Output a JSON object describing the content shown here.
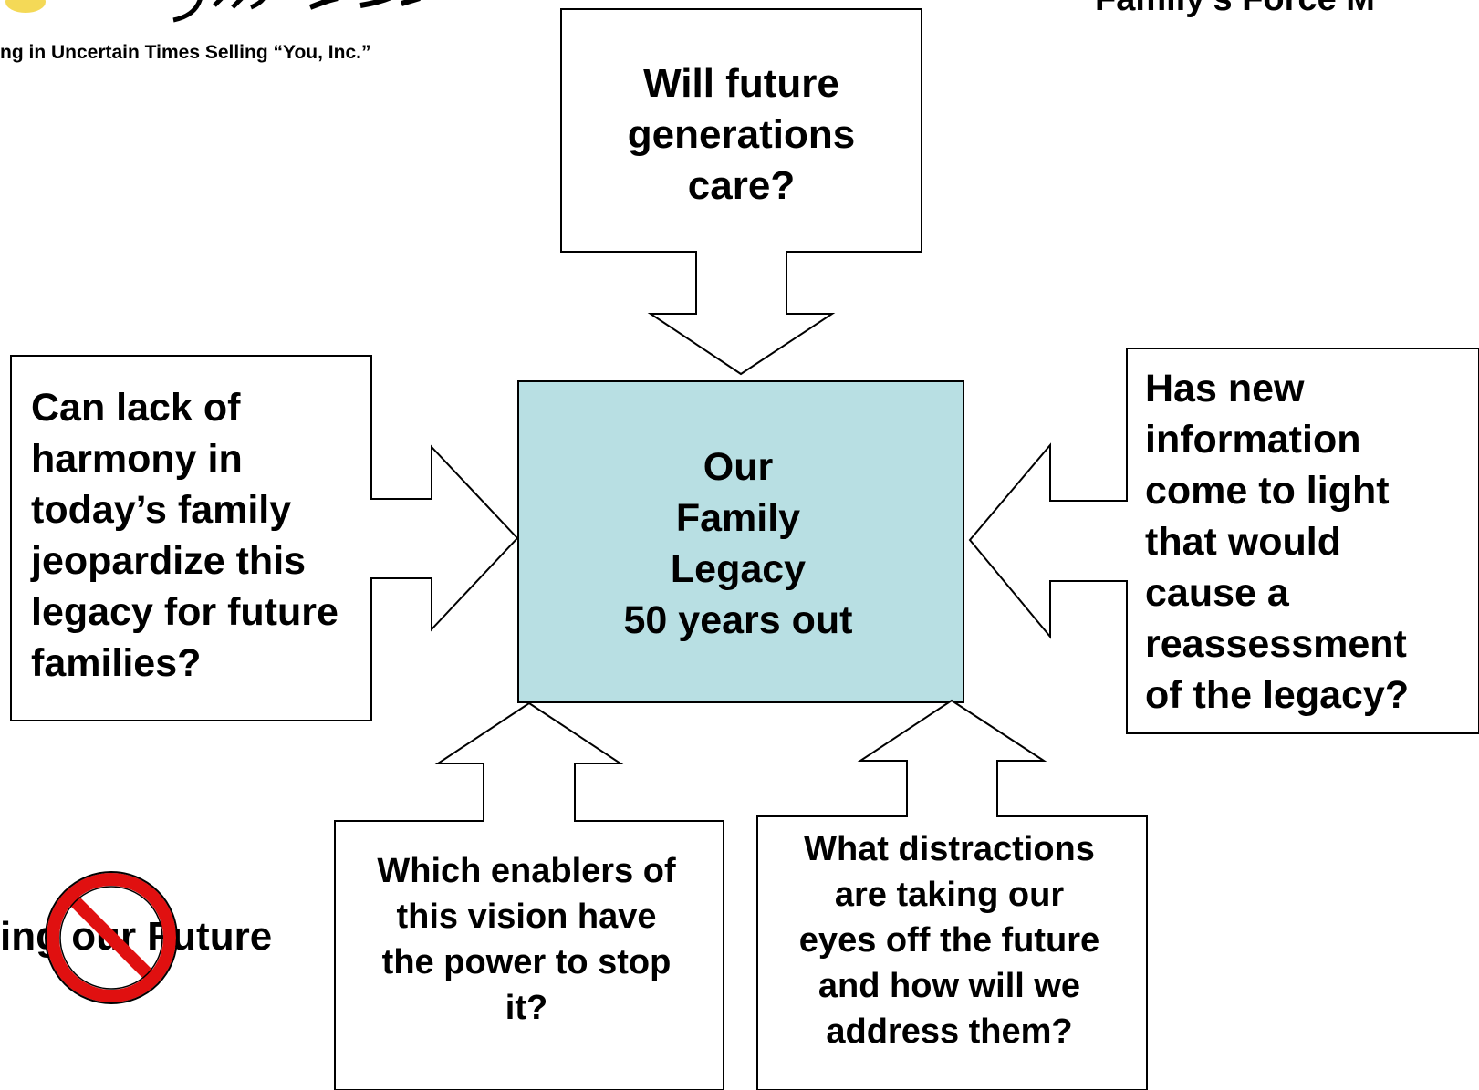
{
  "header": {
    "tagline": "ng in Uncertain Times Selling “You, Inc.”",
    "title_partial": "Family’s Force M"
  },
  "diagram": {
    "center": "Our\nFamily\nLegacy\n50 years out",
    "top": "Will future\ngenerations\ncare?",
    "left": "Can lack of\nharmony in\ntoday’s family\njeopardize this\nlegacy for future\nfamilies?",
    "right": "Has new\ninformation\ncome to light\nthat would\ncause a\nreassessment\nof the legacy?",
    "bottom_left": "Which enablers of\nthis vision have\nthe power to stop\nit?",
    "bottom_right": "What distractions\nare taking our\neyes off the future\nand how will we\naddress them?"
  },
  "footer": {
    "slogan": "ing our Future"
  },
  "colors": {
    "center_fill": "#b8dfe3",
    "stroke": "#000000",
    "prohibition_red": "#e01010"
  },
  "icons": {
    "logo": "logo-swoosh-icon",
    "prohibition": "no-symbol-icon"
  }
}
